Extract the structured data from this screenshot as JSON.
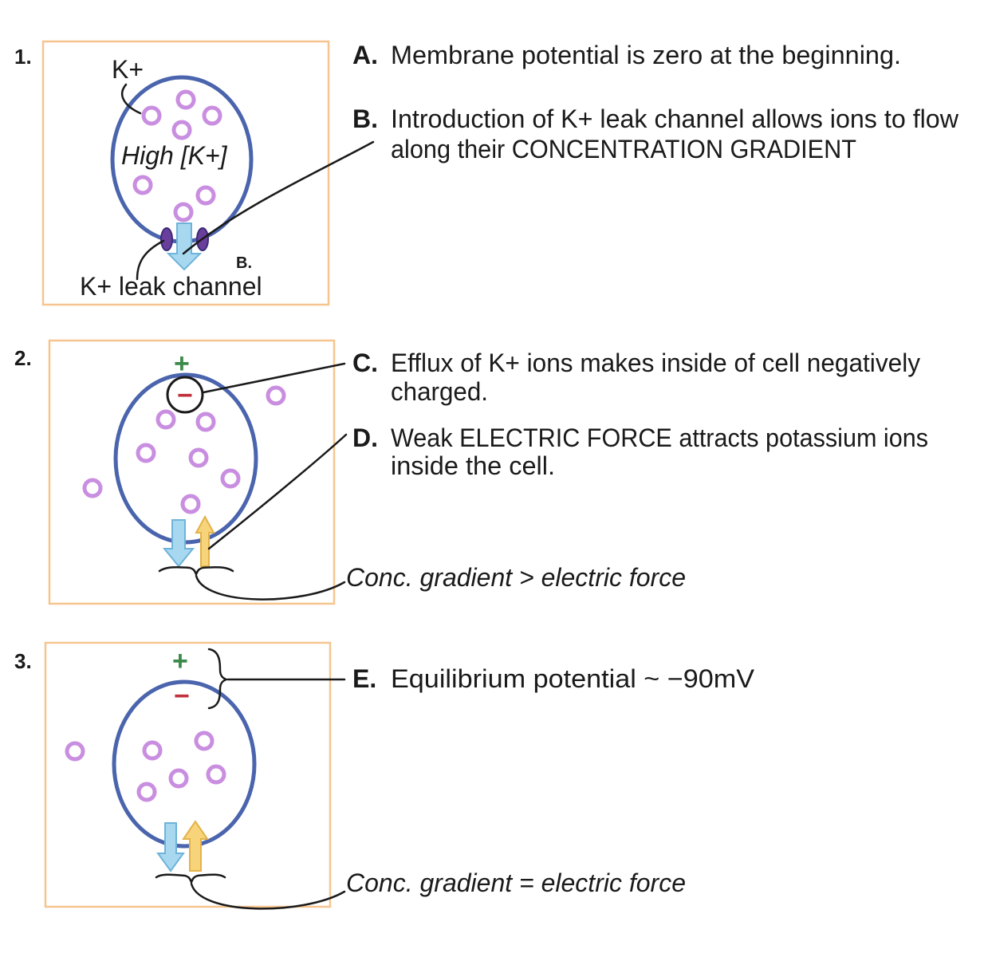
{
  "panels": [
    {
      "number": "1.",
      "ion_label": "K+",
      "inside_label": "High [K+]",
      "channel_label": "K+ leak channel",
      "pointer_letter": "B."
    },
    {
      "number": "2.",
      "plus_sign": "+",
      "minus_sign": "−",
      "comparison": "Conc. gradient > electric force"
    },
    {
      "number": "3.",
      "plus_sign": "+",
      "minus_sign": "−",
      "comparison": "Conc. gradient = electric force"
    }
  ],
  "statements": [
    {
      "letter": "A.",
      "lines": [
        "Membrane potential is zero at the beginning."
      ]
    },
    {
      "letter": "B.",
      "lines": [
        "Introduction of K+ leak channel allows ions to flow",
        "along their CONCENTRATION GRADIENT"
      ]
    },
    {
      "letter": "C.",
      "lines": [
        "Efflux of K+ ions makes inside of cell negatively",
        "charged."
      ]
    },
    {
      "letter": "D.",
      "lines": [
        "Weak ELECTRIC FORCE attracts potassium ions",
        "inside the cell."
      ]
    },
    {
      "letter": "E.",
      "lines": [
        "Equilibrium potential ~ −90mV"
      ]
    }
  ],
  "colors": {
    "panel_border": "#f6c58f",
    "cell_membrane": "#4a64ad",
    "potassium_ion": "#c98ee0",
    "concentration_arrow": "#a8d8f0",
    "electric_arrow": "#f7d37a",
    "positive": "#3a8a4a",
    "negative": "#c0303a"
  }
}
